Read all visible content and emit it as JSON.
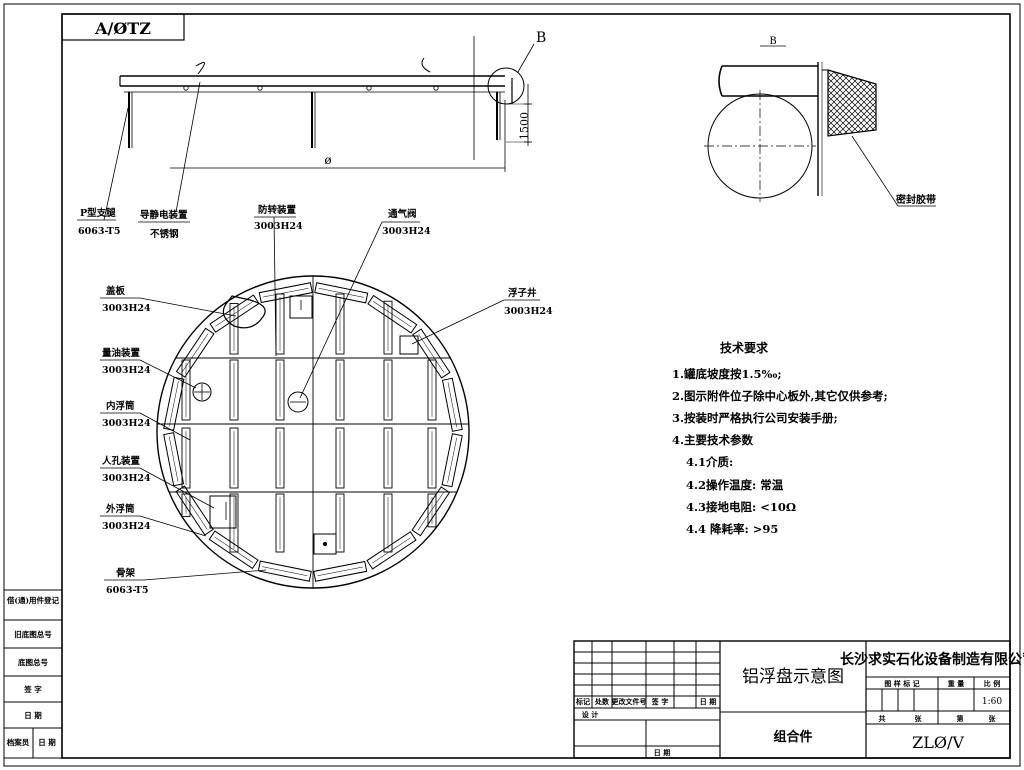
{
  "corner_tag": "A/ØTZ",
  "elevation": {
    "detail_ref": "B",
    "height_dim": "1500",
    "diameter_dim": "ø"
  },
  "detail_b": {
    "title": "B",
    "seal_label": "密封胶带"
  },
  "labels": {
    "p_support": "P型支腿",
    "p_support_mat": "6063-T5",
    "static_conductor": "导静电装置",
    "static_conductor_mat": "不锈钢",
    "anti_rotation": "防转装置",
    "anti_rotation_mat": "3003H24",
    "vent_valve": "通气阀",
    "vent_valve_mat": "3003H24",
    "cover_plate": "盖板",
    "cover_plate_mat": "3003H24",
    "float_well": "浮子井",
    "float_well_mat": "3003H24",
    "gauge_device": "量油装置",
    "gauge_device_mat": "3003H24",
    "inner_pontoon": "内浮筒",
    "inner_pontoon_mat": "3003H24",
    "manhole": "人孔装置",
    "manhole_mat": "3003H24",
    "outer_pontoon": "外浮筒",
    "outer_pontoon_mat": "3003H24",
    "frame": "骨架",
    "frame_mat": "6063-T5"
  },
  "tech": {
    "heading": "技术要求",
    "items": [
      "1.罐底坡度按1.5‰;",
      "2.图示附件位子除中心板外,其它仅供参考;",
      "3.按装时严格执行公司安装手册;",
      "4.主要技术参数",
      "4.1介质:",
      "4.2操作温度: 常温",
      "4.3接地电阻: <10Ω",
      "4.4  降耗率: >95"
    ]
  },
  "left_strip": [
    "借(通)用件登记",
    "旧底图总号",
    "底图总号",
    "签 字",
    "日 期",
    "档案员",
    "日 期"
  ],
  "title_block": {
    "company": "长沙求实石化设备制造有限公司",
    "drawing_title": "铝浮盘示意图",
    "assembly": "组合件",
    "drawing_no": "ZLØ/V",
    "h_mark": "标记",
    "h_count": "处数",
    "h_docno": "更改文件号",
    "h_sign": "签 字",
    "h_date": "日 期",
    "h_design": "设 计",
    "h_date2": "日 期",
    "h_stage": "图 样 标 记",
    "h_weight": "重 量",
    "h_scale": "比 例",
    "scale": "1:60",
    "h_total": "共",
    "h_sheets": "张",
    "h_sheet": "第",
    "h_sheet2": "张"
  }
}
